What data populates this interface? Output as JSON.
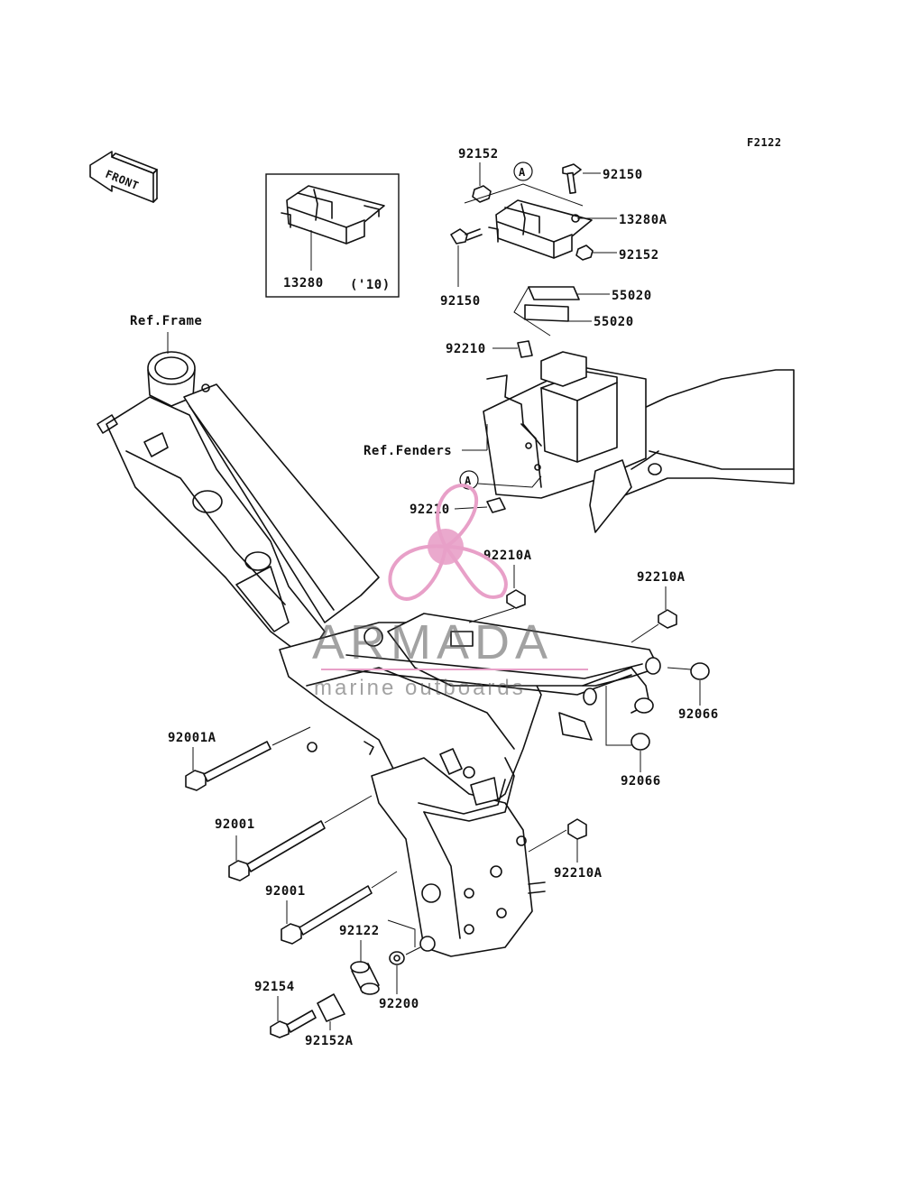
{
  "figure_code": "F2122",
  "front_label": "FRONT",
  "ref_frame": "Ref.Frame",
  "ref_fenders": "Ref.Fenders",
  "inset": {
    "part": "13280",
    "year_note": "('10)"
  },
  "callout_a": "A",
  "parts": {
    "p92152_top": "92152",
    "p92150_top": "92150",
    "p13280A": "13280A",
    "p92152_mid": "92152",
    "p92150_left": "92150",
    "p55020_a": "55020",
    "p55020_b": "55020",
    "p92210_a": "92210",
    "p92210_b": "92210",
    "p92210A_a": "92210A",
    "p92210A_b": "92210A",
    "p92066_a": "92066",
    "p92066_b": "92066",
    "p92001A": "92001A",
    "p92001_a": "92001",
    "p92001_b": "92001",
    "p92210A_c": "92210A",
    "p92122": "92122",
    "p92154": "92154",
    "p92200": "92200",
    "p92152A": "92152A"
  },
  "watermark": {
    "brand": "ARMADA",
    "tagline": "marine outboards",
    "color": "#e8a0c8"
  }
}
